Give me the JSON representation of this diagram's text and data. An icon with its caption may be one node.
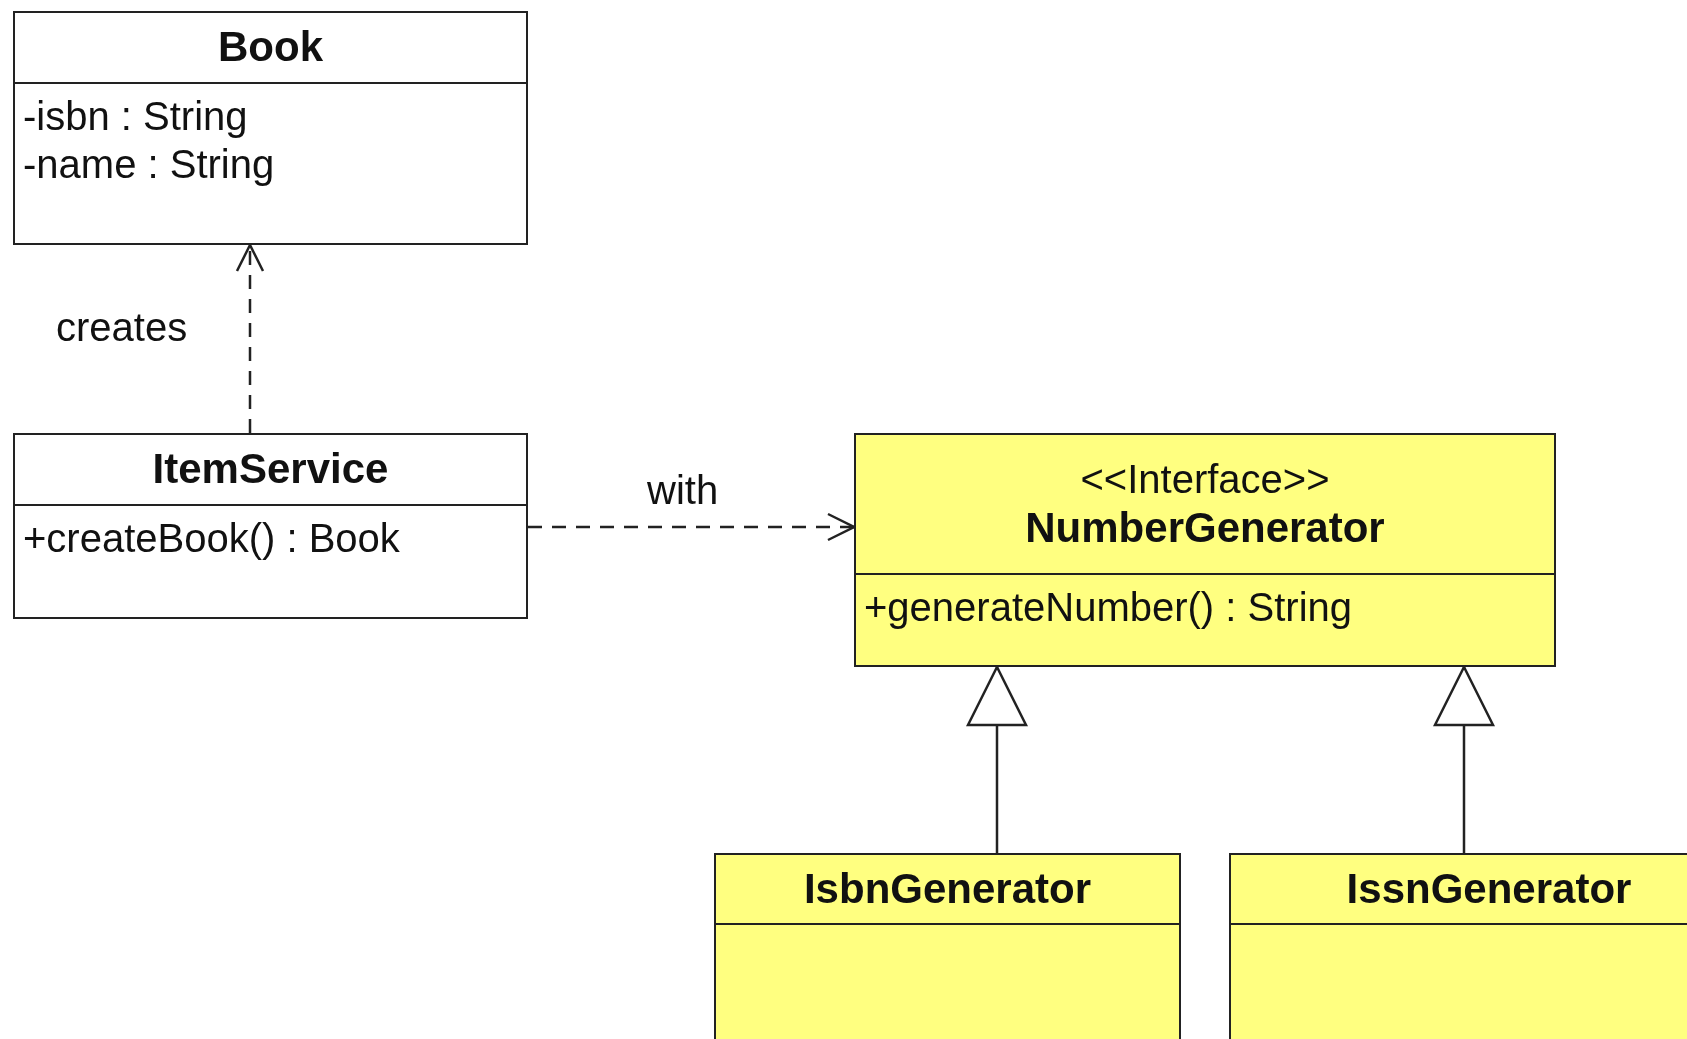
{
  "diagram": {
    "nodes": [
      {
        "text": [
          "Book",
          "-isbn : String",
          "-name : String"
        ]
      },
      {
        "text": [
          "ItemService",
          "+createBook() : Book"
        ]
      },
      {
        "text": [
          "<<Interface>>",
          "NumberGenerator",
          "+generateNumber() : String"
        ]
      },
      {
        "text": [
          "IsbnGenerator"
        ]
      },
      {
        "text": [
          "IssnGenerator"
        ]
      }
    ],
    "edges": [
      {
        "from": 1,
        "to": 0,
        "arrow": "to",
        "label": "creates",
        "style": "dashed"
      },
      {
        "from": 1,
        "to": 2,
        "arrow": "to",
        "label": "with",
        "style": "dashed"
      },
      {
        "from": 3,
        "to": 2,
        "arrow": "to"
      },
      {
        "from": 4,
        "to": 2,
        "arrow": "to"
      }
    ]
  }
}
